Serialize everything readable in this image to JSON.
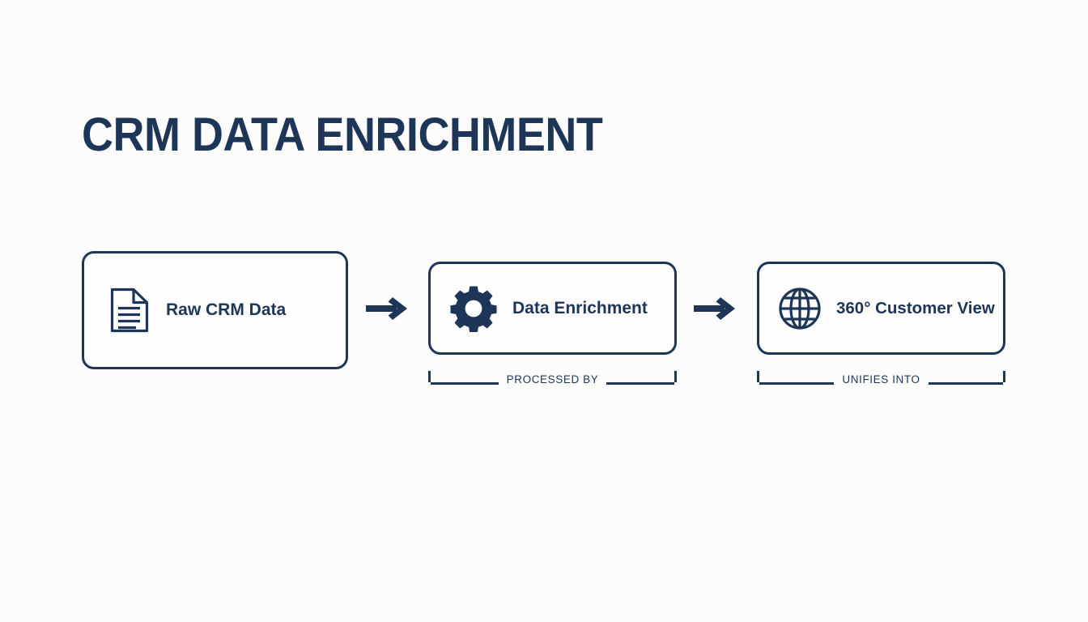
{
  "slide": {
    "title": "CRM DATA ENRICHMENT",
    "background_color": "#fcfcfc",
    "accent_color": "#1d3557"
  },
  "flow": {
    "nodes": [
      {
        "label": "Raw CRM Data",
        "icon": "document-icon"
      },
      {
        "label": "Data Enrichment",
        "icon": "gear-icon",
        "bracket_label": "PROCESSED BY"
      },
      {
        "label": "360° Customer View",
        "icon": "globe-icon",
        "bracket_label": "UNIFIES INTO"
      }
    ],
    "connectors": [
      {
        "name": "arrow-right-icon"
      },
      {
        "name": "arrow-right-icon"
      }
    ]
  }
}
